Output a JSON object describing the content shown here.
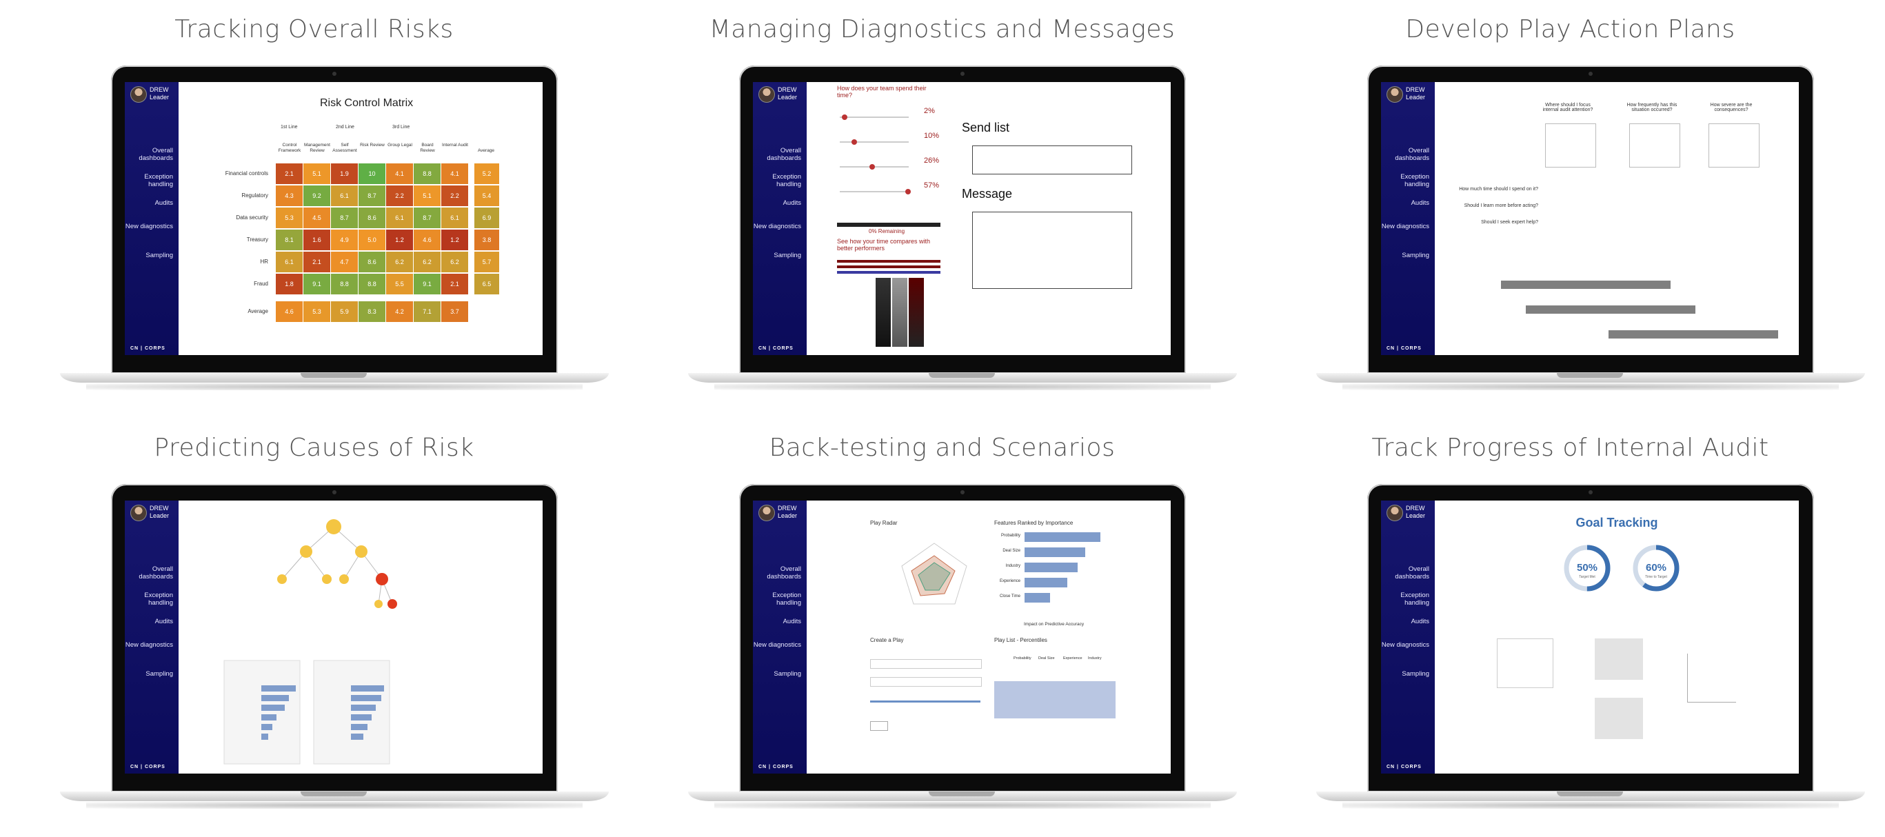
{
  "user": {
    "name": "DREW",
    "role": "Leader"
  },
  "nav": [
    "Overall dashboards",
    "Exception handling",
    "Audits",
    "New diagnostics",
    "Sampling"
  ],
  "logo_text": "CN | CORPS",
  "panels": [
    {
      "caption": "Tracking Overall Risks"
    },
    {
      "caption": "Managing Diagnostics and Messages"
    },
    {
      "caption": "Develop Play Action Plans"
    },
    {
      "caption": "Predicting Causes of Risk"
    },
    {
      "caption": "Back-testing and Scenarios"
    },
    {
      "caption": "Track Progress of Internal Audit"
    }
  ],
  "risk_matrix": {
    "title": "Risk Control Matrix",
    "lines": [
      "1st Line",
      "2nd Line",
      "3rd Line"
    ],
    "columns": [
      "Control Framework",
      "Management Review",
      "Self Assessment",
      "Risk Review",
      "Group Legal",
      "Board Review",
      "Internal Audit"
    ],
    "average_label": "Average",
    "rows": [
      {
        "label": "Financial controls",
        "values": [
          "2.1",
          "5.1",
          "1.9",
          "10",
          "4.1",
          "8.8",
          "4.1"
        ],
        "avg": "5.2"
      },
      {
        "label": "Regulatory",
        "values": [
          "4.3",
          "9.2",
          "6.1",
          "8.7",
          "2.2",
          "5.1",
          "2.2"
        ],
        "avg": "5.4"
      },
      {
        "label": "Data security",
        "values": [
          "5.3",
          "4.5",
          "8.7",
          "8.6",
          "6.1",
          "8.7",
          "6.1"
        ],
        "avg": "6.9"
      },
      {
        "label": "Treasury",
        "values": [
          "8.1",
          "1.6",
          "4.9",
          "5.0",
          "1.2",
          "4.6",
          "1.2"
        ],
        "avg": "3.8"
      },
      {
        "label": "HR",
        "values": [
          "6.1",
          "2.1",
          "4.7",
          "8.6",
          "6.2",
          "6.2",
          "6.2"
        ],
        "avg": "5.7"
      },
      {
        "label": "Fraud",
        "values": [
          "1.8",
          "9.1",
          "8.8",
          "8.8",
          "5.5",
          "9.1",
          "2.1"
        ],
        "avg": "6.5"
      },
      {
        "label": "Average",
        "values": [
          "4.6",
          "5.3",
          "5.9",
          "8.3",
          "4.2",
          "7.1",
          "3.7"
        ],
        "avg": ""
      }
    ]
  },
  "diagnostics": {
    "question": "How does your team spend their time?",
    "sliders": [
      {
        "value": "2%"
      },
      {
        "value": "10%"
      },
      {
        "value": "26%"
      },
      {
        "value": "57%"
      }
    ],
    "remaining": "0% Remaining",
    "compare": "See how your time compares with better performers",
    "send_list_label": "Send list",
    "message_label": "Message"
  },
  "action_plans": {
    "questions": [
      "Where should I focus internal audit attention?",
      "How frequently has this situation occurred?",
      "How severe are the consequences?"
    ],
    "rows": [
      "How much time should I spend on it?",
      "Should I learn more before acting?",
      "Should I seek expert help?"
    ]
  },
  "backtest": {
    "radar_title": "Play Radar",
    "features_title": "Features Ranked by Importance",
    "features": [
      {
        "label": "Probability",
        "value": 30
      },
      {
        "label": "Deal Size",
        "value": 24
      },
      {
        "label": "Industry",
        "value": 21
      },
      {
        "label": "Experience",
        "value": 17
      },
      {
        "label": "Close Time",
        "value": 10
      }
    ],
    "features_xlabel": "Impact on Predictive Accuracy",
    "create_title": "Create a Play",
    "list_title": "Play List - Percentiles",
    "list_headers": [
      "Probability",
      "Deal Size",
      "Experience",
      "Industry"
    ]
  },
  "goal": {
    "title": "Goal Tracking",
    "rings": [
      {
        "value": "50%",
        "label": "Target Met",
        "fraction": 0.5
      },
      {
        "value": "60%",
        "label": "Time to Target",
        "fraction": 0.6
      }
    ],
    "accent": "#3a6fb0"
  },
  "colors": {
    "sidebar": "#12126a",
    "green": "#5fae45",
    "red": "#b31b1b",
    "orange": "#f0a030",
    "grey_bar": "#7f7f7f"
  }
}
